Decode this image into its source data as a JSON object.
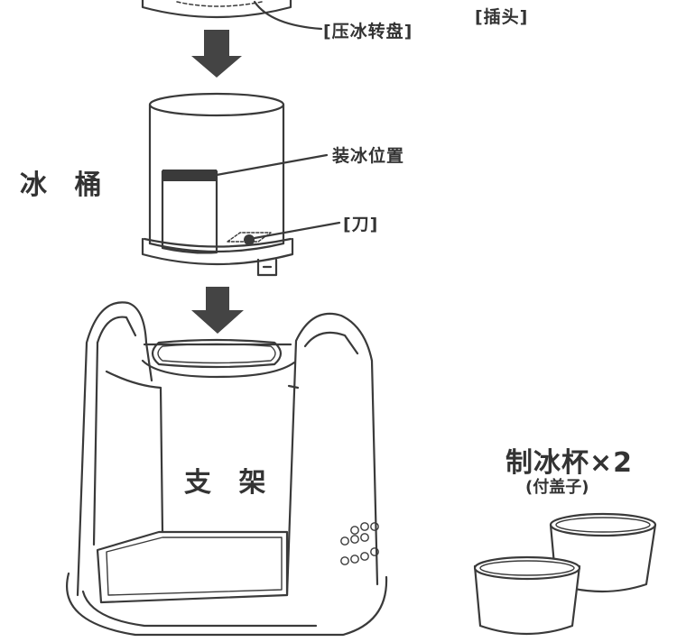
{
  "labels": {
    "press_disc": "[压冰转盘]",
    "plug": "[插头]",
    "ice_bucket": "冰 桶",
    "ice_position": "装冰位置",
    "blade": "[刀]",
    "stand": "支 架",
    "cups": "制冰杯×2",
    "cups_note": "(付盖子)"
  },
  "colors": {
    "line": "#3a3a3a",
    "arrow": "#444444",
    "text": "#333333",
    "background": "#ffffff"
  }
}
